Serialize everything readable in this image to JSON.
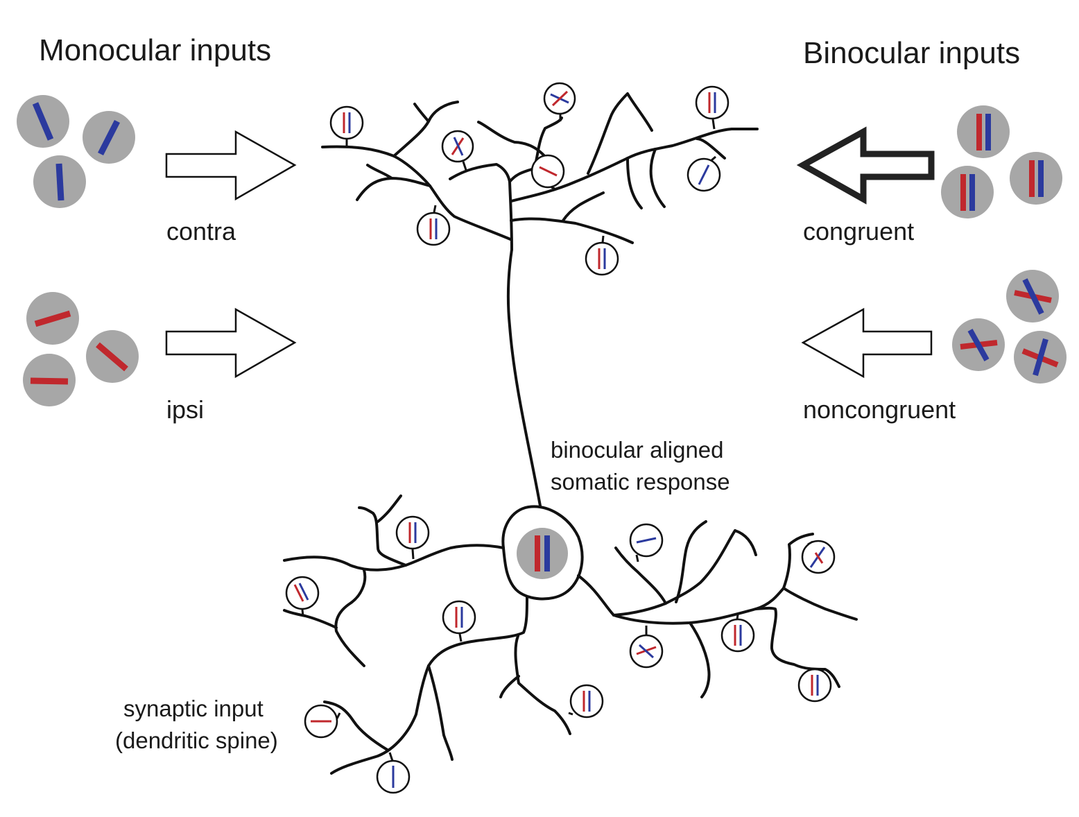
{
  "headings": {
    "monocular": "Monocular inputs",
    "binocular": "Binocular inputs"
  },
  "labels": {
    "contra": "contra",
    "ipsi": "ipsi",
    "congruent": "congruent",
    "noncongruent": "noncongruent",
    "soma_line1": "binocular aligned",
    "soma_line2": "somatic response",
    "spine_line1": "synaptic input",
    "spine_line2": "(dendritic spine)"
  },
  "colors": {
    "contra_eye": "#2b3a9e",
    "ipsi_eye": "#c0282d",
    "disc_fill": "#a7a7a7",
    "stroke": "#111111"
  },
  "icons": {
    "input_arrow": "arrow-right-icon",
    "binocular_arrow": "arrow-left-icon",
    "orientation_disc": "orientation-disc-icon",
    "dendritic_spine": "spine-icon"
  }
}
